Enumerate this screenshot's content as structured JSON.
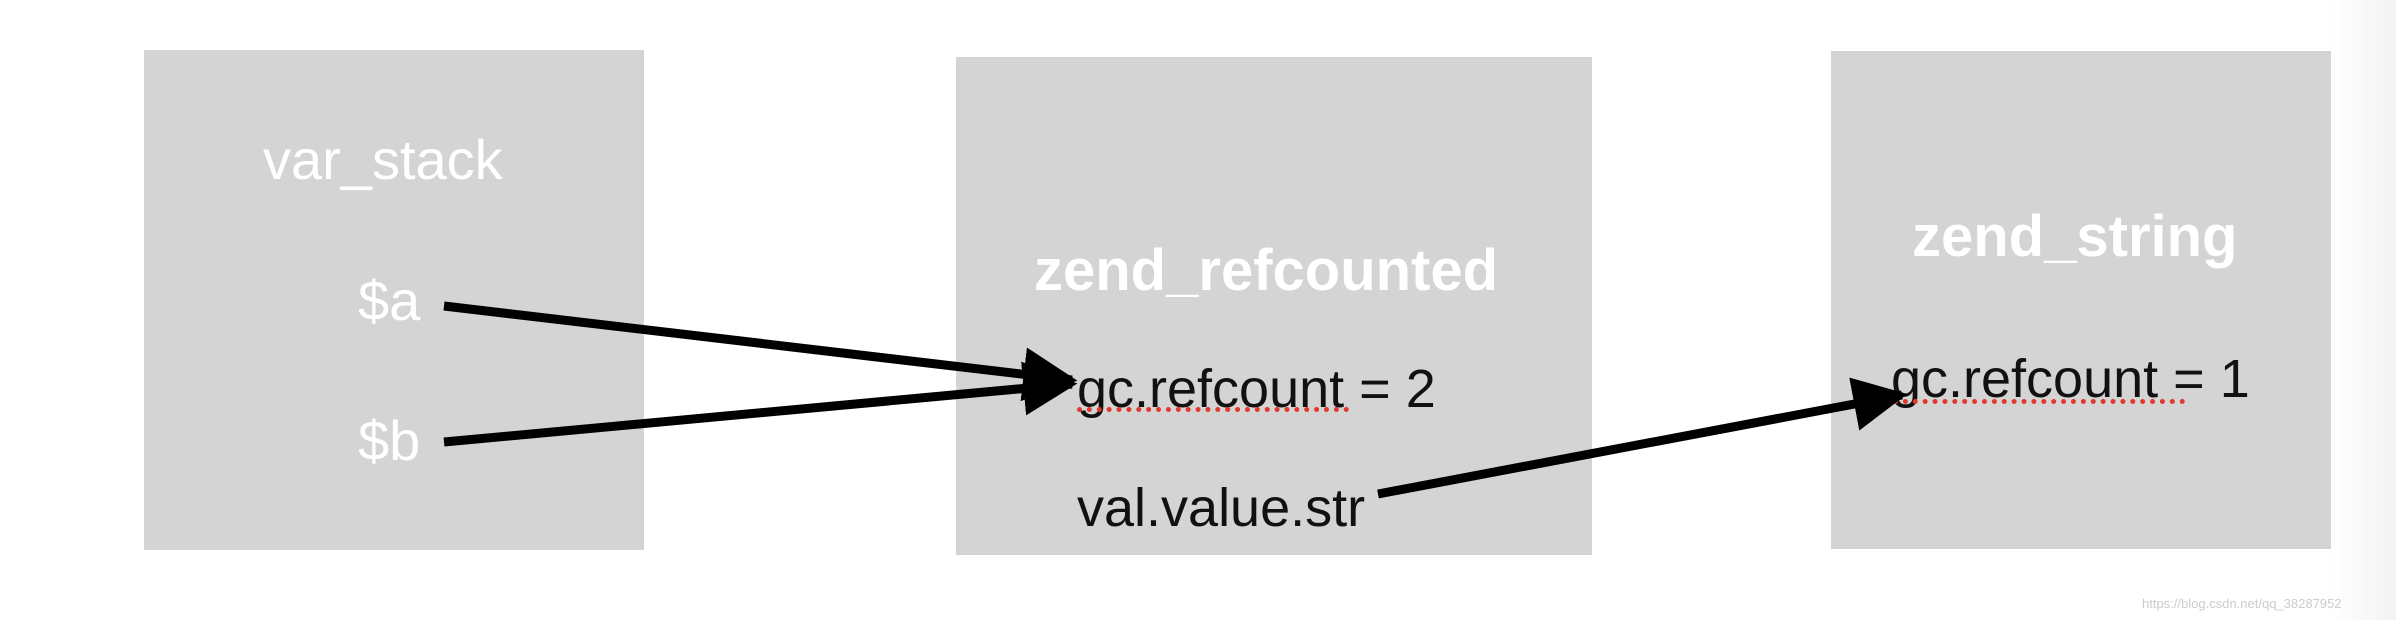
{
  "diagram": {
    "var_stack": {
      "title": "var_stack",
      "vars": [
        "$a",
        "$b"
      ]
    },
    "zend_refcounted": {
      "title": "zend_refcounted",
      "refcount_label": "gc.refcount",
      "refcount_suffix": "= 2",
      "value_field": "val.value.str"
    },
    "zend_string": {
      "title": "zend_string",
      "refcount_label": "gc.refcount",
      "refcount_suffix": "= 1"
    },
    "arrows": [
      {
        "from": "$a",
        "to": "zend_refcounted.gc.refcount"
      },
      {
        "from": "$b",
        "to": "zend_refcounted.gc.refcount"
      },
      {
        "from": "val.value.str",
        "to": "zend_string.gc.refcount"
      }
    ],
    "colors": {
      "box": "#d4d4d4",
      "box_text": "#ffffff",
      "field_text": "#111111",
      "arrow": "#000000",
      "spellcheck_underline": "#e2392f"
    }
  },
  "watermark": "https://blog.csdn.net/qq_38287952"
}
